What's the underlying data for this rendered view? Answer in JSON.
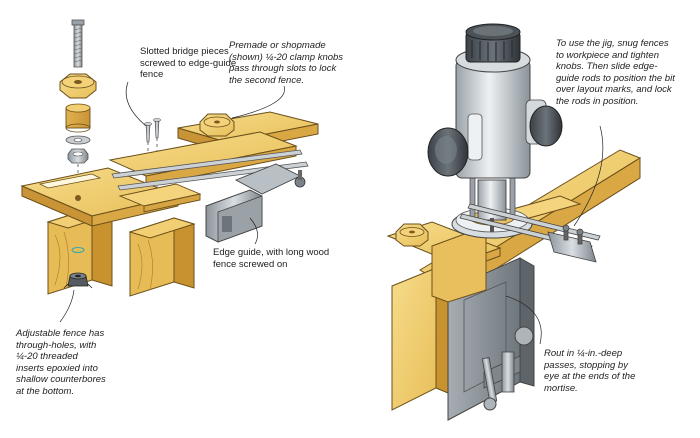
{
  "figure": {
    "left_panel": {
      "callouts": {
        "bridge": "Slotted bridge pieces screwed to edge-guide fence",
        "knobs": "Premade or shopmade (shown) ¼-20 clamp knobs pass through slots to lock the second fence.",
        "edge_guide": "Edge guide, with long wood fence screwed on",
        "fence": "Adjustable fence has through-holes, with ¼-20 threaded inserts epoxied into shallow counterbores at the bottom."
      }
    },
    "right_panel": {
      "callouts": {
        "use": "To use the jig, snug fences to workpiece and tighten knobs. Then slide edge-guide rods to position the bit over layout marks, and lock the rods in position.",
        "rout": "Rout in ¼-in.-deep passes, stopping by eye at the ends of the mortise."
      }
    }
  }
}
